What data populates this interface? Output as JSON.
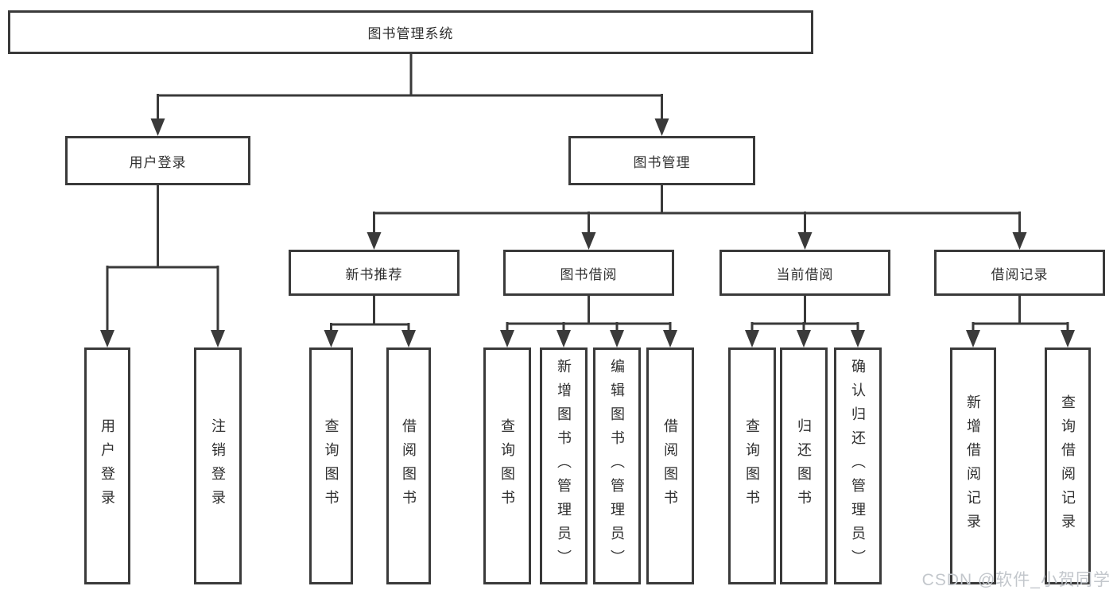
{
  "diagram": {
    "type": "hierarchy-tree",
    "root": "图书管理系统",
    "level2": {
      "user_login": "用户登录",
      "book_management": "图书管理"
    },
    "level3": {
      "new_book_recommend": "新书推荐",
      "book_borrow": "图书借阅",
      "current_borrow": "当前借阅",
      "borrow_records": "借阅记录"
    },
    "leaves": {
      "user_login": {
        "login": "用户登录",
        "logout": "注销登录"
      },
      "new_book_recommend": {
        "query": "查询图书",
        "borrow": "借阅图书"
      },
      "book_borrow": {
        "query": "查询图书",
        "add": "新增图书（管理员）",
        "edit": "编辑图书（管理员）",
        "borrow": "借阅图书"
      },
      "current_borrow": {
        "query": "查询图书",
        "return": "归还图书",
        "confirm": "确认归还（管理员）"
      },
      "borrow_records": {
        "add": "新增借阅记录",
        "query": "查询借阅记录"
      }
    },
    "watermark": "CSDN @软件_小贺同学"
  },
  "colors": {
    "line": "#3a3a3a",
    "text": "#2f2f2f",
    "watermark": "#c3c7cc",
    "background": "#ffffff"
  }
}
